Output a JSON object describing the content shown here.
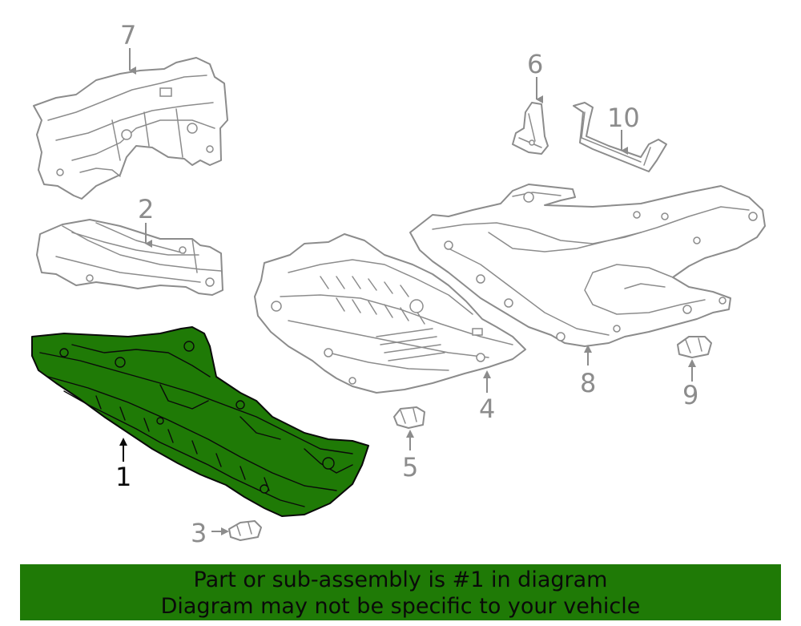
{
  "callouts": {
    "c1": "1",
    "c2": "2",
    "c3": "3",
    "c4": "4",
    "c5": "5",
    "c6": "6",
    "c7": "7",
    "c8": "8",
    "c9": "9",
    "c10": "10"
  },
  "banner": {
    "line1": "Part or sub-assembly is #1 in diagram",
    "line2": "Diagram may not be specific to your vehicle"
  },
  "colors": {
    "highlight": "#1f7a06",
    "line_gray": "#8c8c8c",
    "ink": "#0a0a0a"
  }
}
